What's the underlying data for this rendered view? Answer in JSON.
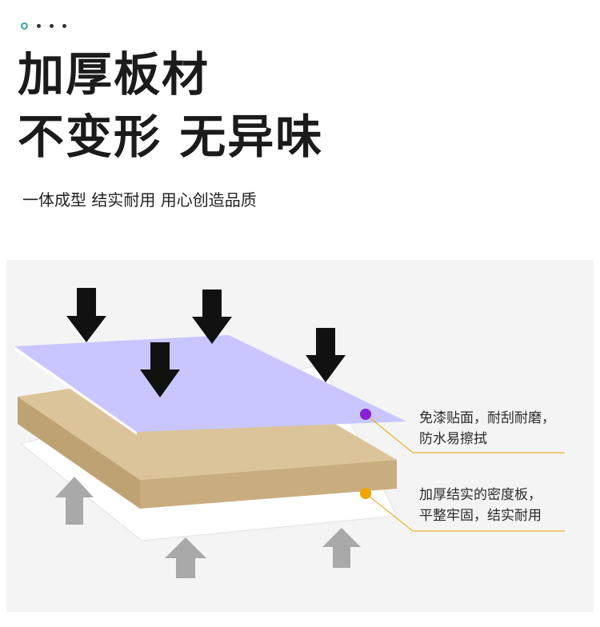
{
  "heading": {
    "line1": "加厚板材",
    "line2": "不变形 无异味"
  },
  "subtitle": "一体成型 结实耐用 用心创造品质",
  "callouts": [
    {
      "line1": "免漆贴面，耐刮耐磨，",
      "line2": "防水易擦拭",
      "dot_color": "#8a1fd8"
    },
    {
      "line1": "加厚结实的密度板，",
      "line2": "平整牢固，结实耐用",
      "dot_color": "#f0a500"
    }
  ],
  "colors": {
    "surface_layer": "#c9c6ff",
    "board": "#dcc49a",
    "arrow_down": "#111111",
    "arrow_up": "#a9a9a9",
    "leader_line": "#e9b233"
  }
}
